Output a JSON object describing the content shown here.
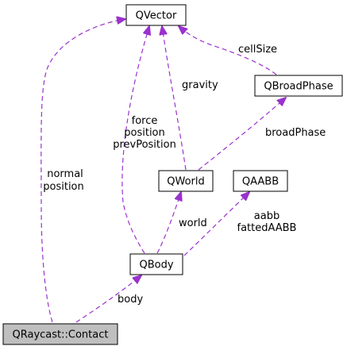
{
  "colors": {
    "edge": "#9a32cd",
    "focus_fill": "#bfbfbf",
    "node_border": "#000000"
  },
  "nodes": {
    "qvector": "QVector",
    "qbroadphase": "QBroadPhase",
    "qworld": "QWorld",
    "qaabb": "QAABB",
    "qbody": "QBody",
    "contact": "QRaycast::Contact"
  },
  "edges": {
    "cellsize": [
      "cellSize"
    ],
    "gravity": [
      "gravity"
    ],
    "broadphase": [
      "broadPhase"
    ],
    "body_vectors": [
      "force",
      "position",
      "prevPosition"
    ],
    "world": [
      "world"
    ],
    "aabb": [
      "aabb",
      "fattedAABB"
    ],
    "contact_vectors": [
      "normal",
      "position"
    ],
    "body": [
      "body"
    ]
  }
}
